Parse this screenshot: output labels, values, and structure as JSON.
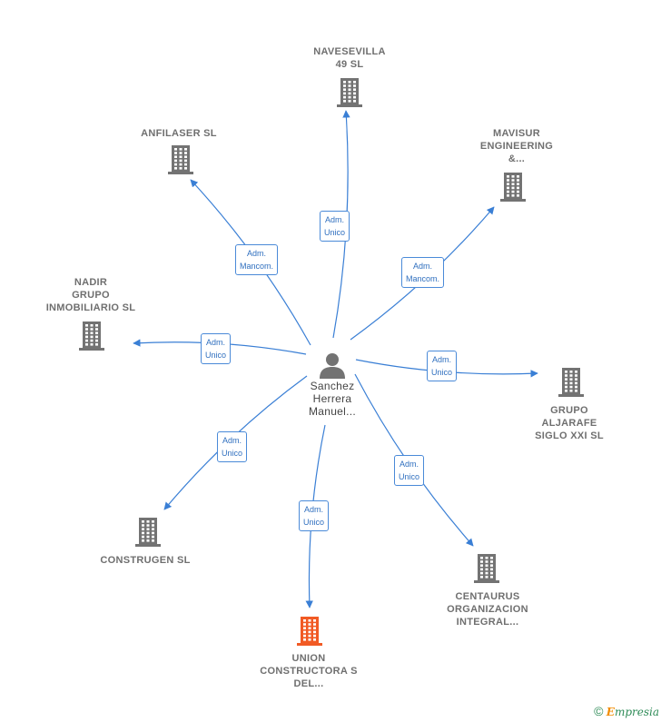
{
  "center": {
    "label": [
      "Sanchez",
      "Herrera",
      "Manuel..."
    ],
    "icon": "person-icon"
  },
  "colors": {
    "company": "#737373",
    "highlight": "#f15a24",
    "edge": "#3a7fd5",
    "role_text": "#2f6fbf"
  },
  "nodes": [
    {
      "id": "navesevilla",
      "label": [
        "NAVESEVILLA",
        "49 SL"
      ],
      "role": [
        "Adm.",
        "Unico"
      ],
      "icon": "building-icon"
    },
    {
      "id": "anfilaser",
      "label": [
        "ANFILASER  SL"
      ],
      "role": [
        "Adm.",
        "Mancom."
      ],
      "icon": "building-icon"
    },
    {
      "id": "mavisur",
      "label": [
        "MAVISUR",
        "ENGINEERING",
        "&..."
      ],
      "role": [
        "Adm.",
        "Mancom."
      ],
      "icon": "building-icon"
    },
    {
      "id": "nadir",
      "label": [
        "NADIR",
        "GRUPO",
        "INMOBILIARIO SL"
      ],
      "role": [
        "Adm.",
        "Unico"
      ],
      "icon": "building-icon"
    },
    {
      "id": "grupo-aljarafe",
      "label": [
        "GRUPO",
        "ALJARAFE",
        "SIGLO XXI SL"
      ],
      "role": [
        "Adm.",
        "Unico"
      ],
      "icon": "building-icon"
    },
    {
      "id": "construgen",
      "label": [
        "CONSTRUGEN SL"
      ],
      "role": [
        "Adm.",
        "Unico"
      ],
      "icon": "building-icon"
    },
    {
      "id": "centaurus",
      "label": [
        "CENTAURUS",
        "ORGANIZACION",
        "INTEGRAL..."
      ],
      "role": [
        "Adm.",
        "Unico"
      ],
      "icon": "building-icon"
    },
    {
      "id": "union",
      "label": [
        "UNION",
        "CONSTRUCTORA S",
        "DEL..."
      ],
      "role": [
        "Adm.",
        "Unico"
      ],
      "icon": "building-icon",
      "highlight": true
    }
  ],
  "footer": {
    "copyright": "©",
    "brand_first": "E",
    "brand_rest": "mpresia"
  }
}
